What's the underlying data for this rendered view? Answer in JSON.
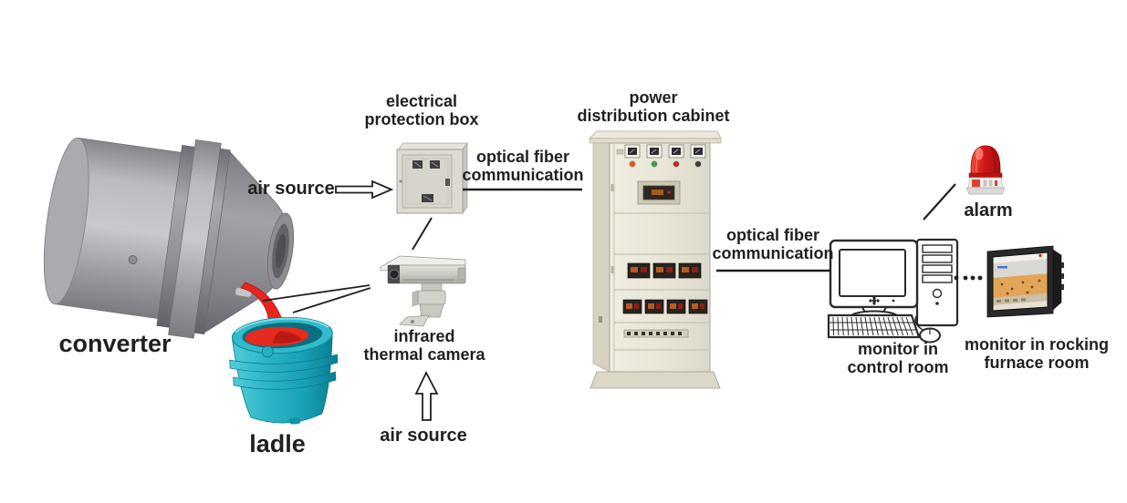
{
  "labels": {
    "converter": "converter",
    "ladle": "ladle",
    "air_source_box": "air source",
    "air_source_camera": "air source",
    "protection_box_1": "electrical",
    "protection_box_2": "protection box",
    "camera_1": "infrared",
    "camera_2": "thermal camera",
    "cabinet_1": "power",
    "cabinet_2": "distribution cabinet",
    "fiber1_1": "optical fiber",
    "fiber1_2": "communication",
    "fiber2_1": "optical fiber",
    "fiber2_2": "communication",
    "monitor_control_1": "monitor in",
    "monitor_control_2": "control room",
    "monitor_furnace_1": "monitor in rocking",
    "monitor_furnace_2": "furnace room",
    "alarm": "alarm"
  },
  "colors": {
    "background": "#ffffff",
    "text_and_lines": "#231f20",
    "converter_body": "#a9a9ad",
    "molten_metal": "#e8251e",
    "ladle": "#2bb5c6",
    "protection_box": "#dddbd1",
    "camera_body": "#d8d8d4",
    "cabinet": "#e9e6d8",
    "computer_outline": "#2b2b2b",
    "panel_screen_accent": "#e2a558",
    "alarm_dome": "#d01818"
  }
}
